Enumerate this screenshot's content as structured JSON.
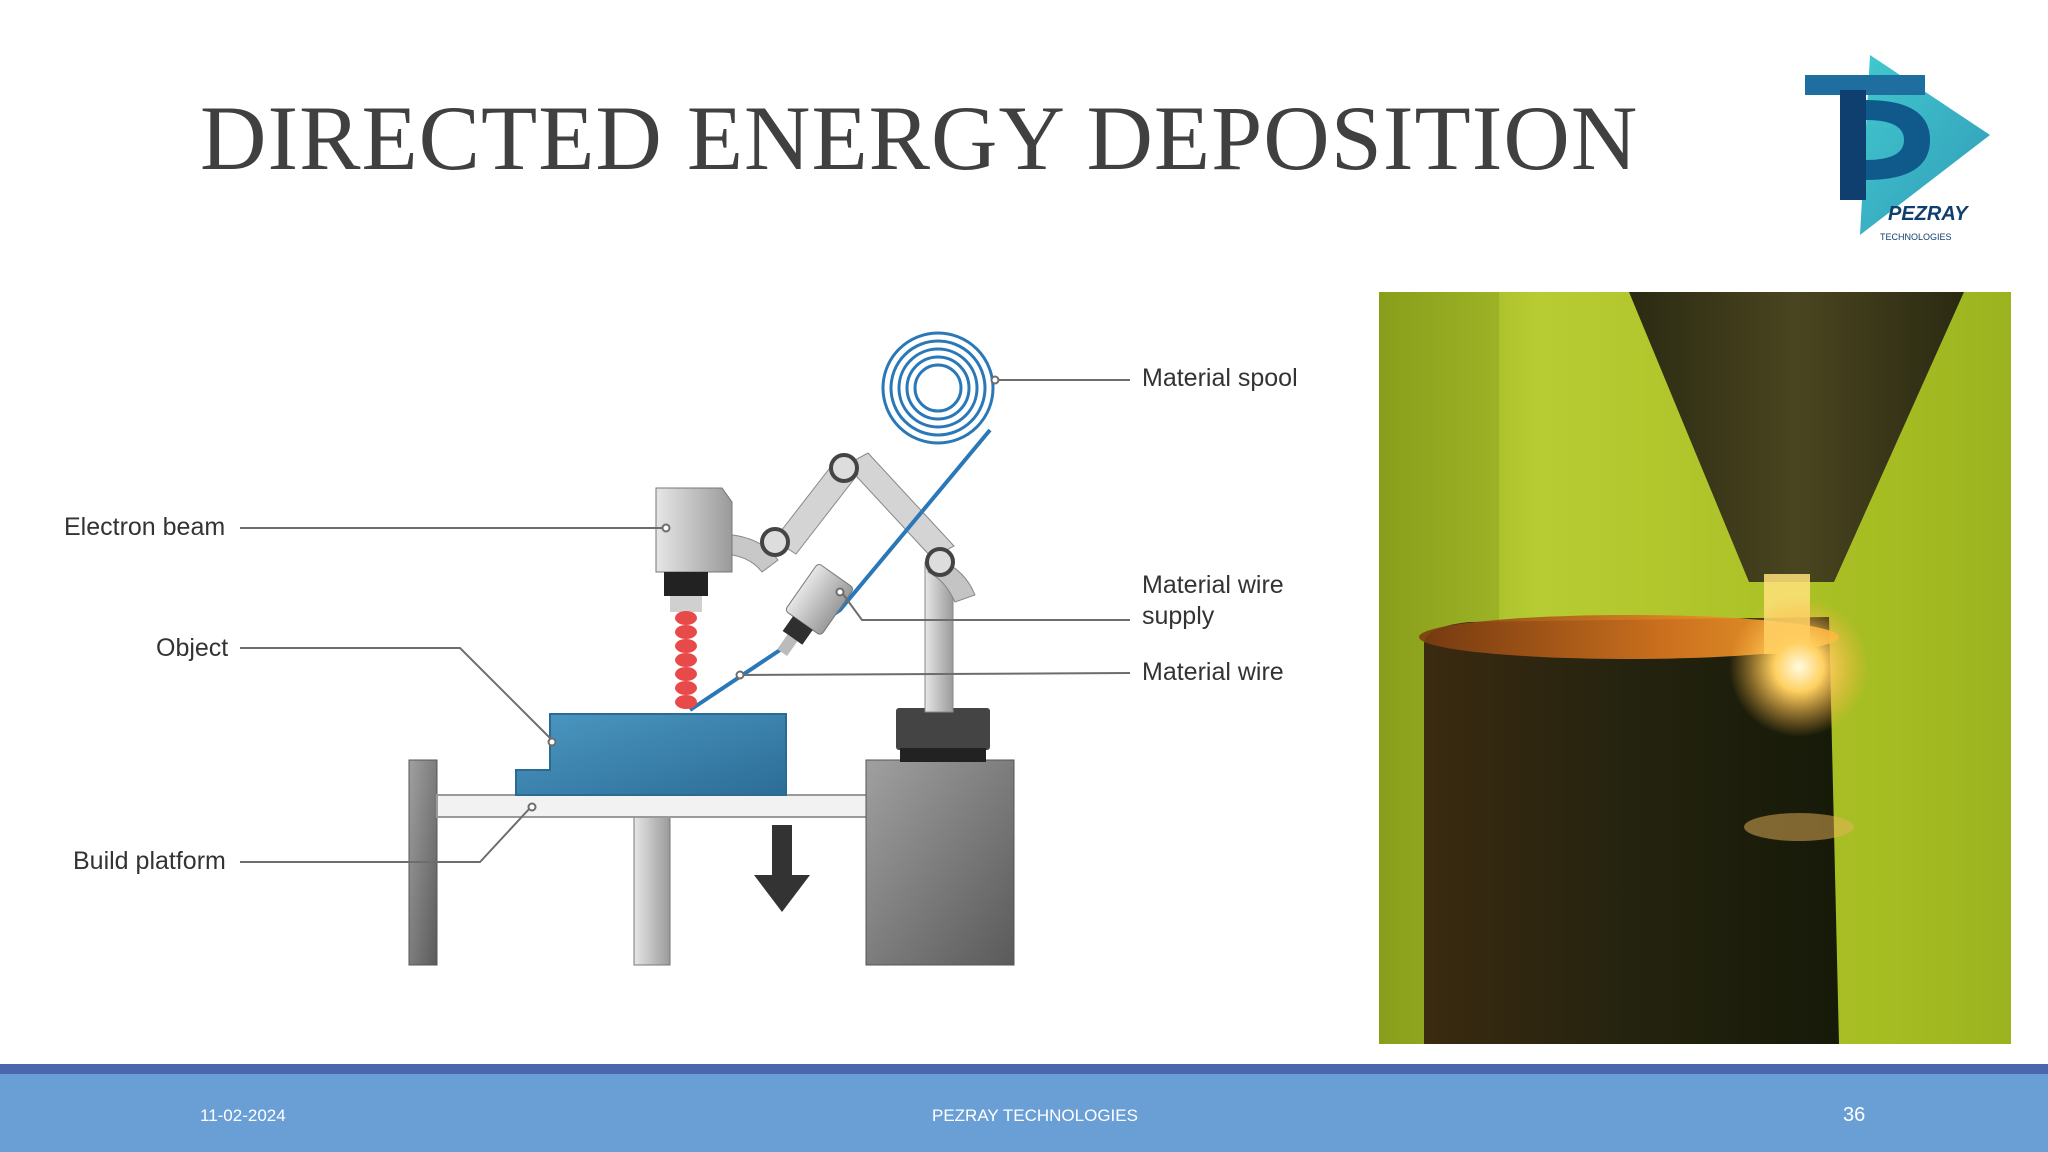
{
  "slide": {
    "title": "DIRECTED ENERGY DEPOSITION"
  },
  "logo": {
    "brand": "PEZRAY",
    "tagline": "TECHNOLOGIES",
    "icon": "pezray-logo-icon",
    "colors": {
      "teal": "#1aa7b8",
      "navy": "#0f3f6e"
    }
  },
  "diagram": {
    "labels": {
      "material_spool": "Material spool",
      "electron_beam": "Electron beam",
      "material_wire_supply_line1": "Material wire",
      "material_wire_supply_line2": "supply",
      "material_wire": "Material wire",
      "object": "Object",
      "build_platform": "Build platform"
    },
    "colors": {
      "object": "#3b86b0",
      "spool": "#2a78b8",
      "beam": "#e84a4a",
      "metal": "#b8b8b8"
    }
  },
  "photo": {
    "icon": "deposition-photo",
    "colors": {
      "background": "#a8c22a",
      "glow": "#ffd060",
      "part": "#2a2a18"
    }
  },
  "footer": {
    "date": "11-02-2024",
    "company": "PEZRAY TECHNOLOGIES",
    "page_number": "36"
  }
}
